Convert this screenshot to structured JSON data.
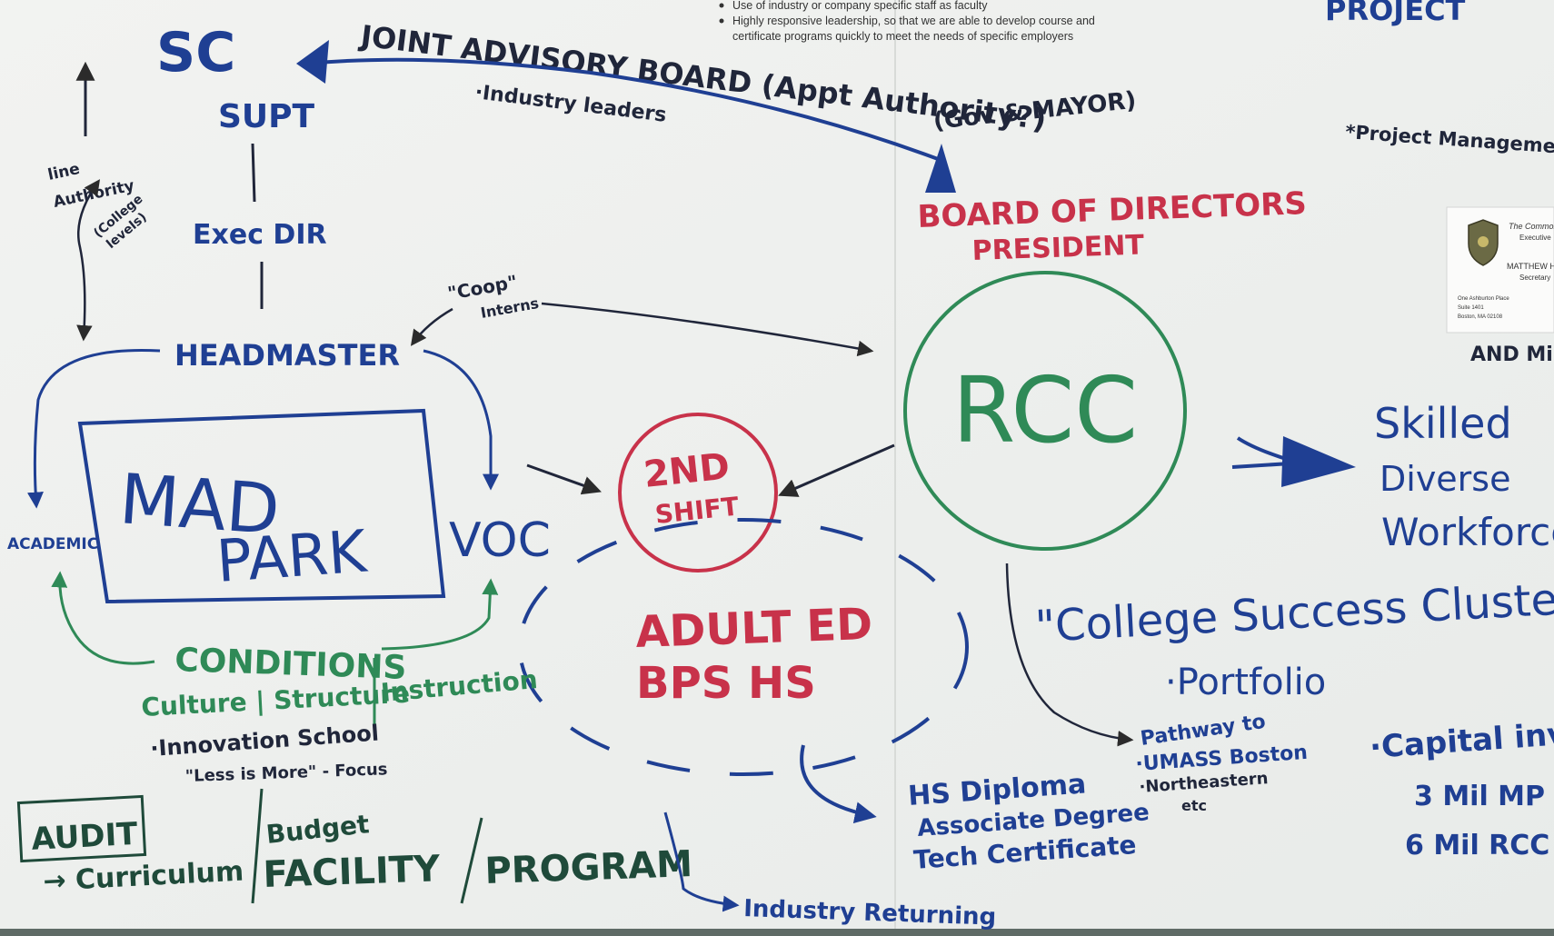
{
  "printed_bullets": [
    "Use of industry or company specific staff as faculty",
    "Highly responsive leadership, so that we are able to develop course and",
    "certificate programs quickly to meet the needs of specific employers"
  ],
  "project_title": "PROJECT",
  "project_management": "*Project Management",
  "letterhead": {
    "line1": "The Common",
    "line2": "Executive",
    "line3": "MATTHEW H.",
    "line4": "Secretary",
    "addr1": "One Ashburton Place",
    "addr2": "Suite 1401",
    "addr3": "Boston, MA 02108"
  },
  "and_mil": "AND Mil",
  "sc": "SC",
  "joint_board": "JOINT ADVISORY BOARD (Appt Authority?)",
  "industry_leaders": "·Industry leaders",
  "gov_mayor": "(Gov & MAYOR)",
  "supt": "SUPT",
  "exec_dir": "Exec DIR",
  "headmaster": "HEADMASTER",
  "line_authority": [
    "line",
    "Authority"
  ],
  "college_levels": [
    "(College",
    "levels)"
  ],
  "coop": "\"Coop\"",
  "interns": "Interns",
  "board_directors": "BOARD OF DIRECTORS",
  "president": "PRESIDENT",
  "rcc": "RCC",
  "mad": "MAD",
  "park": "PARK",
  "voc": "VOC",
  "academic": "ACADEMIC",
  "second_shift": [
    "2ND",
    "SHIFT"
  ],
  "adult_ed": "ADULT ED",
  "bps_hs": "BPS HS",
  "skilled": [
    "Skilled",
    "Diverse",
    "Workforce"
  ],
  "college_success": "\"College Success Cluster\"",
  "portfolio": "·Portfolio",
  "pathway": [
    "Pathway to",
    "·UMASS Boston",
    "·Northeastern",
    "etc"
  ],
  "conditions": "CONDITIONS",
  "culture_structure": "Culture | Structure",
  "instruction": "Instruction",
  "innovation_school": "·Innovation School",
  "less_is_more": "\"Less is More\" - Focus",
  "audit": "AUDIT",
  "curriculum": "→ Curriculum",
  "budget": "Budget",
  "facility": "FACILITY",
  "program": "PROGRAM",
  "industry_returning": "Industry Returning",
  "hs_diploma": [
    "HS Diploma",
    "Associate Degree",
    "Tech Certificate"
  ],
  "capital": [
    "·Capital invest",
    "3 Mil MP",
    "6 Mil RCC"
  ],
  "colors": {
    "blue": "#1f3f93",
    "red": "#c8324a",
    "green": "#2f8a57",
    "paper": "#f4f5f2"
  }
}
